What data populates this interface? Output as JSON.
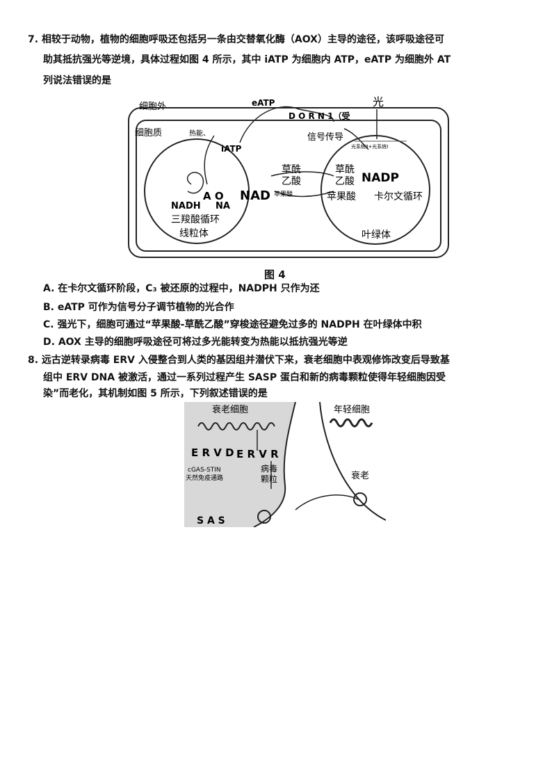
{
  "q7": {
    "line1": "7.  相较于动物，植物的细胞呼吸还包括另一条由交替氧化酶（AOX）主导的途径，该呼吸途径可",
    "line2": "助其抵抗强光等逆境，具体过程如图 4 所示，其中  iATP  为细胞内  ATP，eATP  为细胞外  AT",
    "line3": "列说法错误的是",
    "figure": {
      "outside": "细胞外",
      "cytoplasm": "细胞质",
      "eatp": "eATP",
      "dorn1": "D O R N 1（受",
      "light": "光",
      "signal": "信号传导",
      "heat": "热能、",
      "iatp": "iATP",
      "photosystem": "光系统Ⅱ+光系统Ⅰ",
      "oxaloacetate1": "草酰",
      "acid1": "乙酸",
      "oxaloacetate2": "草酰",
      "acid2": "乙酸",
      "nadp": "NADP",
      "aox": "A O",
      "nad": "NAD",
      "malate_small": "苹果酸",
      "malate": "苹果酸",
      "calvin": "卡尔文循环",
      "nadh": "NADH",
      "na": "NA",
      "tca": "三羧酸循环",
      "mito": "线粒体",
      "chloro": "叶绿体"
    },
    "caption": "图 4",
    "options": [
      "A.  在卡尔文循环阶段，C₃  被还原的过程中，NADPH  只作为还",
      "B.  eATP  可作为信号分子调节植物的光合作",
      "C.  强光下，细胞可通过“苹果酸-草酰乙酸”穿梭途径避免过多的 NADPH 在叶绿体中积",
      "D.  AOX  主导的细胞呼吸途径可将过多光能转变为热能以抵抗强光等逆"
    ]
  },
  "q8": {
    "line1": "8.  远古逆转录病毒 ERV 入侵整合到人类的基因组并潜伏下来，衰老细胞中表观修饰改变后导致基",
    "line2": "组中 ERV  DNA 被激活，通过一系列过程产生 SASP  蛋白和新的病毒颗粒使得年轻细胞因受",
    "line3": "染”而老化，其机制如图 5 所示，下列叙述错误的是",
    "figure": {
      "senescent": "衰老细胞",
      "young": "年轻细胞",
      "erv1": "E R V D",
      "erv2": "E R V R",
      "virus1": "病毒",
      "virus2": "颗粒",
      "cgas": "cGAS-STIN",
      "innate": "天然免疫通路",
      "aging": "衰老",
      "sas": "S A S"
    }
  }
}
